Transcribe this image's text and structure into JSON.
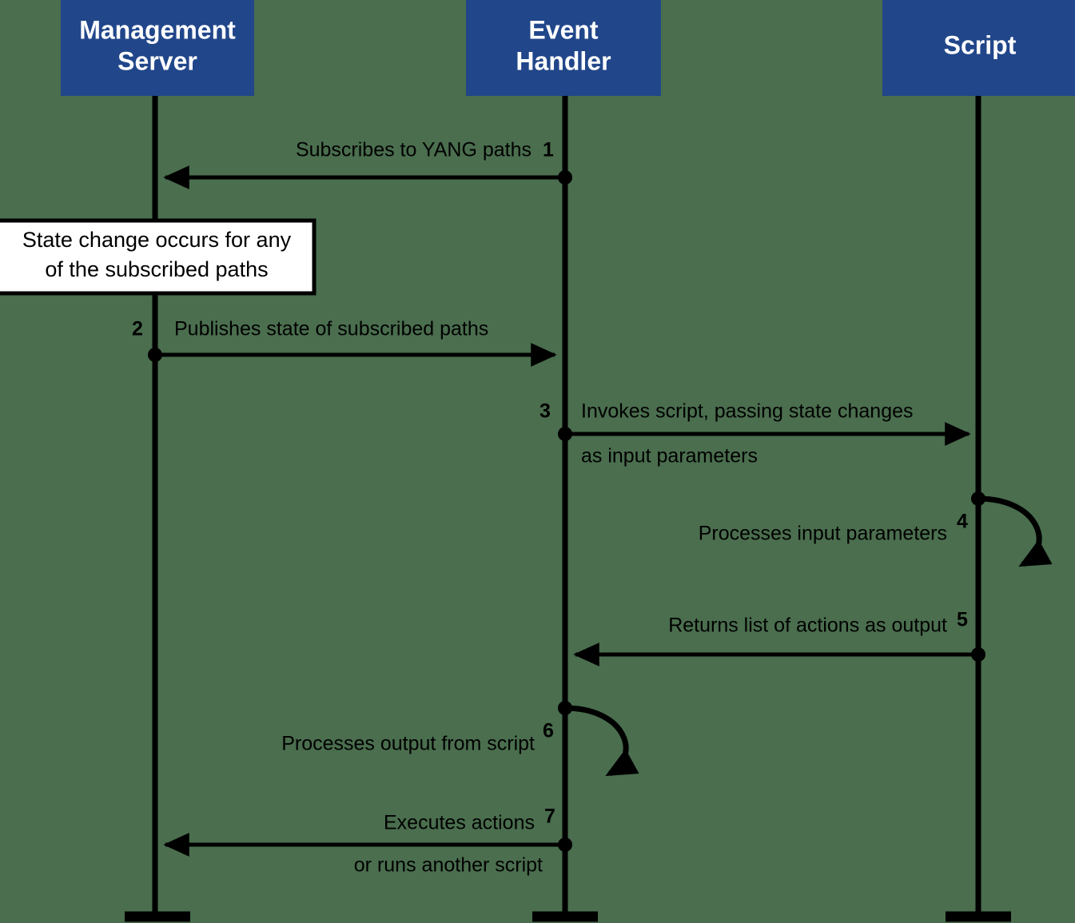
{
  "diagram": {
    "title": "Event Handler sequence diagram",
    "type": "sequence-diagram",
    "background_color": "#4a6e4e",
    "actor_fill_color": "#21468a",
    "actor_text_color": "#ffffff",
    "line_color": "#000000"
  },
  "actors": [
    {
      "id": "management-server",
      "line1": "Management",
      "line2": "Server"
    },
    {
      "id": "event-handler",
      "line1": "Event",
      "line2": "Handler"
    },
    {
      "id": "script",
      "line1": "Script",
      "line2": ""
    }
  ],
  "note": {
    "line1": "State change occurs for any",
    "line2": "of the subscribed paths"
  },
  "messages": [
    {
      "number": "1",
      "label": "Subscribes to YANG paths",
      "label2": "",
      "from": "event-handler",
      "to": "management-server",
      "direction": "left",
      "kind": "arrow"
    },
    {
      "number": "2",
      "label": "Publishes state of subscribed paths",
      "label2": "",
      "from": "management-server",
      "to": "event-handler",
      "direction": "right",
      "kind": "arrow"
    },
    {
      "number": "3",
      "label": "Invokes script, passing state changes",
      "label2": "as input parameters",
      "from": "event-handler",
      "to": "script",
      "direction": "right",
      "kind": "arrow"
    },
    {
      "number": "4",
      "label": "Processes input parameters",
      "label2": "",
      "from": "script",
      "to": "script",
      "direction": "self",
      "kind": "self-loop"
    },
    {
      "number": "5",
      "label": "Returns list of actions as output",
      "label2": "",
      "from": "script",
      "to": "event-handler",
      "direction": "left",
      "kind": "arrow"
    },
    {
      "number": "6",
      "label": "Processes output from script",
      "label2": "",
      "from": "event-handler",
      "to": "event-handler",
      "direction": "self",
      "kind": "self-loop"
    },
    {
      "number": "7",
      "label": "Executes actions",
      "label2": "or runs another script",
      "from": "event-handler",
      "to": "management-server",
      "direction": "left",
      "kind": "arrow"
    }
  ]
}
